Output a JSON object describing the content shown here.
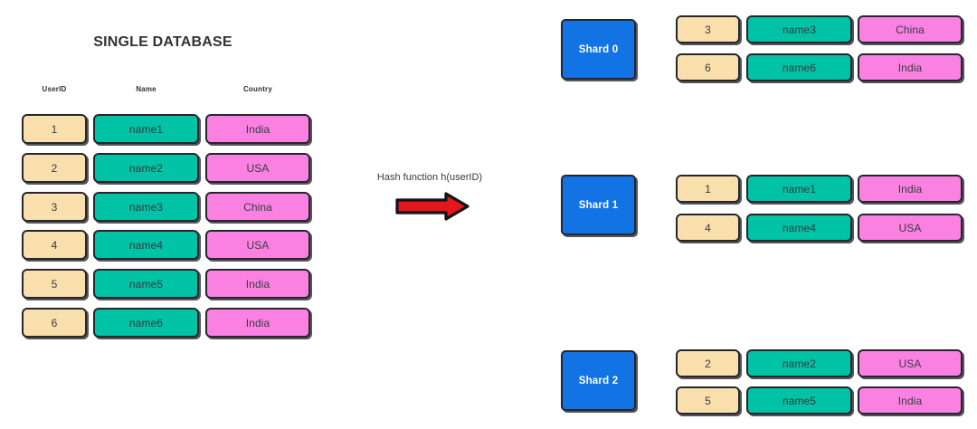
{
  "diagram": {
    "title": "SINGLE DATABASE",
    "hash_label": "Hash function h(userID)",
    "arrow_icon": "right-arrow-icon"
  },
  "colors": {
    "id_cell": "#f9dfac",
    "name_cell": "#00c2a4",
    "country_cell": "#fa81e2",
    "shard_box": "#1274e4",
    "arrow": "#e5171c",
    "outline": "#26262e",
    "title_text": "#333333"
  },
  "single_database": {
    "columns": [
      "UserID",
      "Name",
      "Country"
    ],
    "rows": [
      {
        "id": "1",
        "name": "name1",
        "country": "India"
      },
      {
        "id": "2",
        "name": "name2",
        "country": "USA"
      },
      {
        "id": "3",
        "name": "name3",
        "country": "China"
      },
      {
        "id": "4",
        "name": "name4",
        "country": "USA"
      },
      {
        "id": "5",
        "name": "name5",
        "country": "India"
      },
      {
        "id": "6",
        "name": "name6",
        "country": "India"
      }
    ]
  },
  "shards": [
    {
      "label": "Shard 0",
      "rows": [
        {
          "id": "3",
          "name": "name3",
          "country": "China"
        },
        {
          "id": "6",
          "name": "name6",
          "country": "India"
        }
      ]
    },
    {
      "label": "Shard 1",
      "rows": [
        {
          "id": "1",
          "name": "name1",
          "country": "India"
        },
        {
          "id": "4",
          "name": "name4",
          "country": "USA"
        }
      ]
    },
    {
      "label": "Shard 2",
      "rows": [
        {
          "id": "2",
          "name": "name2",
          "country": "USA"
        },
        {
          "id": "5",
          "name": "name5",
          "country": "India"
        }
      ]
    }
  ]
}
